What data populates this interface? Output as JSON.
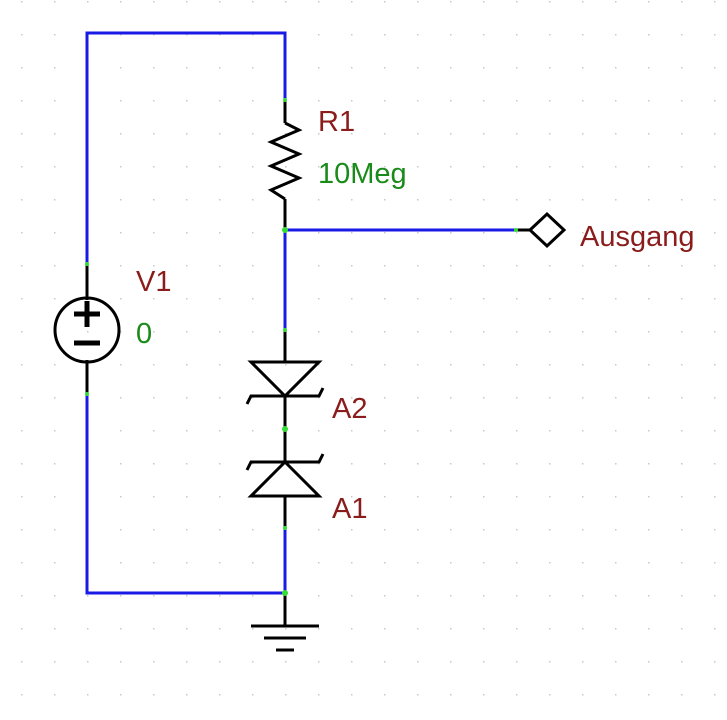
{
  "colors": {
    "wire": "#1a1ae6",
    "component": "#000000",
    "ref_label": "#8b1c1c",
    "value_label": "#1a8a1a",
    "junction": "#33dd33",
    "grid_dot": "#c8c8c8"
  },
  "components": {
    "R1": {
      "ref": "R1",
      "value": "10Meg",
      "icon": "resistor-icon"
    },
    "V1": {
      "ref": "V1",
      "value": "0",
      "icon": "voltage-source-icon"
    },
    "A2": {
      "ref": "A2",
      "icon": "zener-diode-icon"
    },
    "A1": {
      "ref": "A1",
      "icon": "zener-diode-icon"
    },
    "GND": {
      "icon": "ground-icon"
    }
  },
  "net_labels": {
    "output": {
      "label": "Ausgang",
      "icon": "output-port-diamond-icon"
    }
  }
}
